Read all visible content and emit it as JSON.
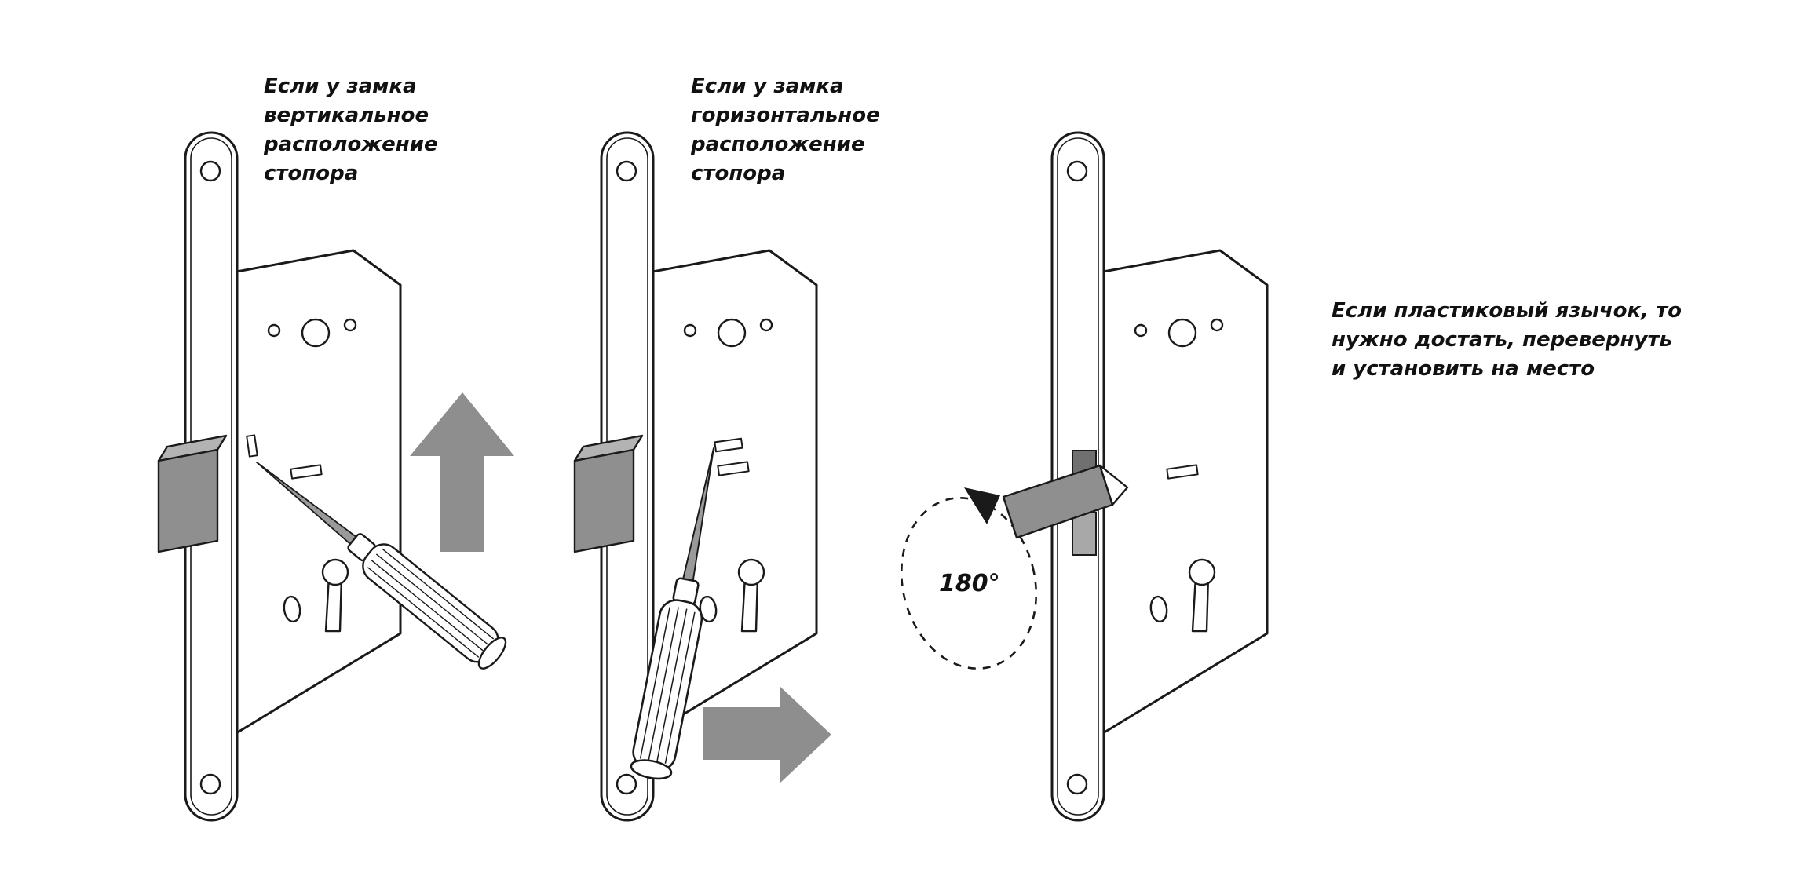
{
  "page": {
    "background": "#ffffff",
    "language": "ru",
    "content_type": "door mortise lock latch reversal instruction diagram"
  },
  "panels": [
    {
      "caption_lines": [
        "Если у замка",
        "вертикальное",
        "расположение",
        "стопора"
      ],
      "illustration": "mortise lock, screwdriver at vertical stopper, large gray arrow pointing up"
    },
    {
      "caption_lines": [
        "Если у замка",
        "горизонтальное",
        "расположение",
        "стопора"
      ],
      "illustration": "mortise lock, screwdriver at horizontal stopper, large gray arrow pointing right"
    },
    {
      "caption_lines": [
        "Если пластиковый язычок, то",
        "нужно достать, перевернуть",
        "и установить на место"
      ],
      "rotation_label": "180°",
      "illustration": "mortise lock with latch removed and flipped, dashed rotation arrow marked 180 degrees"
    }
  ],
  "colors": {
    "outline": "#1a1a1a",
    "arrow_gray": "#8e8e8e",
    "latch_gray": "#8f8f8f",
    "latch_top_gray": "#b3b3b3",
    "slot_dark": "#707070",
    "slot_gray": "#a8a8a8",
    "background": "#ffffff"
  }
}
